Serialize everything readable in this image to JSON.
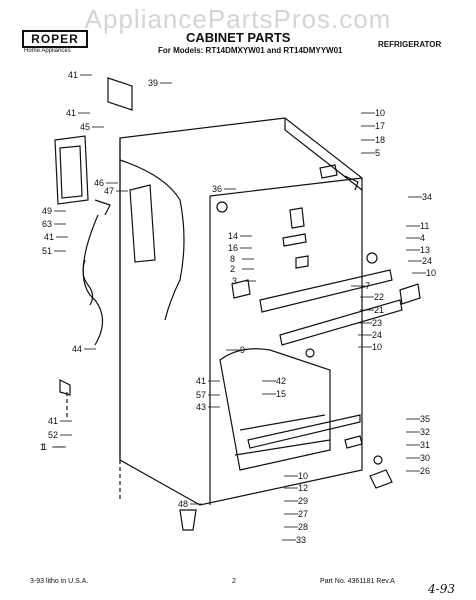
{
  "header": {
    "watermark": "AppliancePartsPros.com",
    "brand": "ROPER",
    "brand_sub": "Home Appliances",
    "title": "CABINET PARTS",
    "models": "For Models: RT14DMXYW01 and RT14DMYYW01",
    "category": "REFRIGERATOR"
  },
  "footer": {
    "litho": "3-93 litho in U.S.A.",
    "page": "2",
    "part_no": "Part No. 4361181   Rev.A",
    "handwritten_date": "4-93"
  },
  "callouts": [
    "41",
    "39",
    "41",
    "45",
    "49",
    "63",
    "41",
    "51",
    "46",
    "47",
    "44",
    "41",
    "52",
    "1",
    "10",
    "17",
    "18",
    "5",
    "34",
    "36",
    "14",
    "16",
    "8",
    "2",
    "3",
    "11",
    "4",
    "13",
    "24",
    "10",
    "7",
    "22",
    "21",
    "23",
    "24",
    "10",
    "9",
    "41",
    "57",
    "43",
    "42",
    "15",
    "35",
    "32",
    "31",
    "30",
    "26",
    "10",
    "12",
    "29",
    "27",
    "28",
    "33",
    "48",
    "1"
  ]
}
